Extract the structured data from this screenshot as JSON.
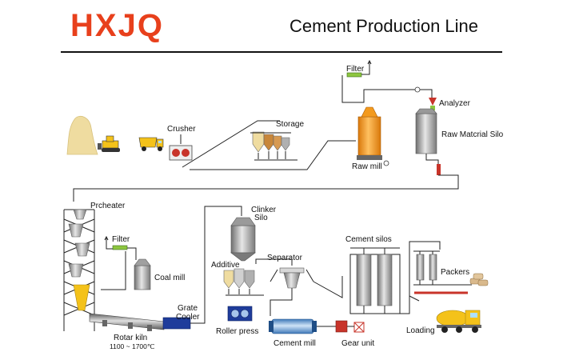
{
  "brand": {
    "logo_text": "HXJQ",
    "accent": "#e8401c"
  },
  "title": "Cement Production Line",
  "labels": {
    "crusher": "Crusher",
    "storage": "Storage",
    "filter_top": "Filter",
    "analyzer": "Analyzer",
    "raw_mill": "Raw mill",
    "raw_material_silo": "Raw Matcrial Silo",
    "preheater": "Prcheater",
    "filter_mid": "Filter",
    "coal_mill": "Coal mill",
    "clinker_silo_1": "Clinker",
    "clinker_silo_2": "Silo",
    "additive": "Additive",
    "separator": "Separator",
    "cement_silos": "Cement silos",
    "packers": "Packers",
    "grate_cooler_1": "Grate",
    "grate_cooler_2": "Cooler",
    "rotary_kiln_1": "Rotar kiln",
    "rotary_kiln_2": "1100 ~ 1700℃",
    "roller_press": "Roller press",
    "cement_mill": "Cement mill",
    "gear_unit": "Gear unit",
    "loading": "Loading"
  },
  "colors": {
    "mill_orange": "#f39a1e",
    "silo_gray": "#9a9a9a",
    "truck_yellow": "#f4c21a",
    "cooler_blue": "#1f3c9b",
    "gear_red": "#c8342a",
    "filter_green": "#8dc63f",
    "sand": "#efdca0"
  }
}
